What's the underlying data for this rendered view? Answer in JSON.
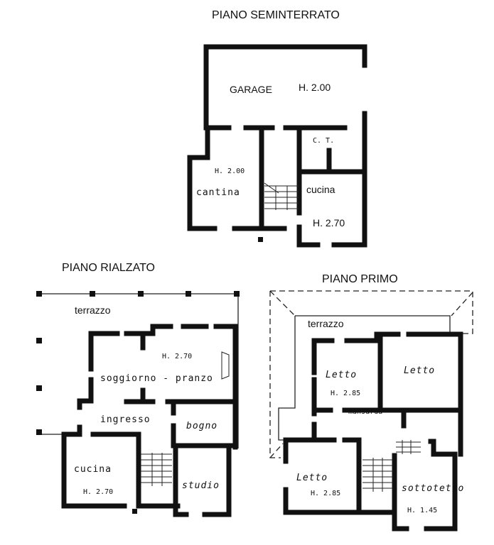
{
  "basement": {
    "title": "PIANO SEMINTERRATO",
    "garage": "GARAGE",
    "garage_height": "H. 2.00",
    "ct": "C. T.",
    "cantina_height": "H. 2.00",
    "cantina": "cantina",
    "cucina": "cucina",
    "cucina_height": "H. 2.70"
  },
  "ground": {
    "title": "PIANO RIALZATO",
    "terrazzo": "terrazzo",
    "soggiorno_height": "H. 2.70",
    "soggiorno": "soggiorno - pranzo",
    "ingresso": "ingresso",
    "bagno": "bogno",
    "cucina": "cucina",
    "cucina_height": "H. 2.70",
    "studio": "studio"
  },
  "first": {
    "title": "PIANO PRIMO",
    "terrazzo": "terrazzo",
    "letto1": "Letto",
    "letto1_height": "H. 2.85",
    "letto2": "Letto",
    "mansarda": "mansarda",
    "letto3": "Letto",
    "letto3_height": "H. 2.85",
    "sottotetto": "sottotetto",
    "sottotetto_height": "H. 1.45"
  }
}
